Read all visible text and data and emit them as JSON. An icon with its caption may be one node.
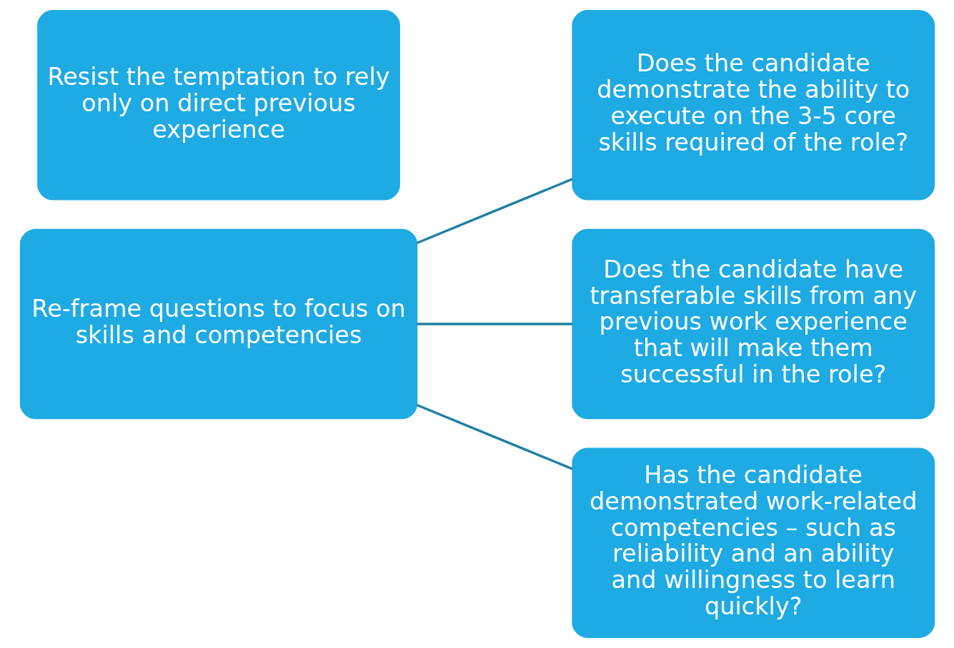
{
  "diagram": {
    "nodes": [
      {
        "text": [
          "Resist the temptation to rely only on direct previous experience"
        ]
      },
      {
        "text": [
          "Re-frame questions to focus on skills and competencies"
        ]
      },
      {
        "text": [
          "Does the candidate demonstrate the ability to execute on the 3-5 core skills required of the role?"
        ]
      },
      {
        "text": [
          "Does the candidate have transferable skills from any previous work experience that will make them successful in the role?"
        ]
      },
      {
        "text": [
          "Has the candidate demonstrated work-related competencies – such as reliability and an ability and willingness to learn quickly?"
        ]
      }
    ],
    "edges": [
      {
        "from": 1,
        "to": 2,
        "arrow": "none"
      },
      {
        "from": 1,
        "to": 3,
        "arrow": "none"
      },
      {
        "from": 1,
        "to": 4,
        "arrow": "none"
      }
    ]
  }
}
